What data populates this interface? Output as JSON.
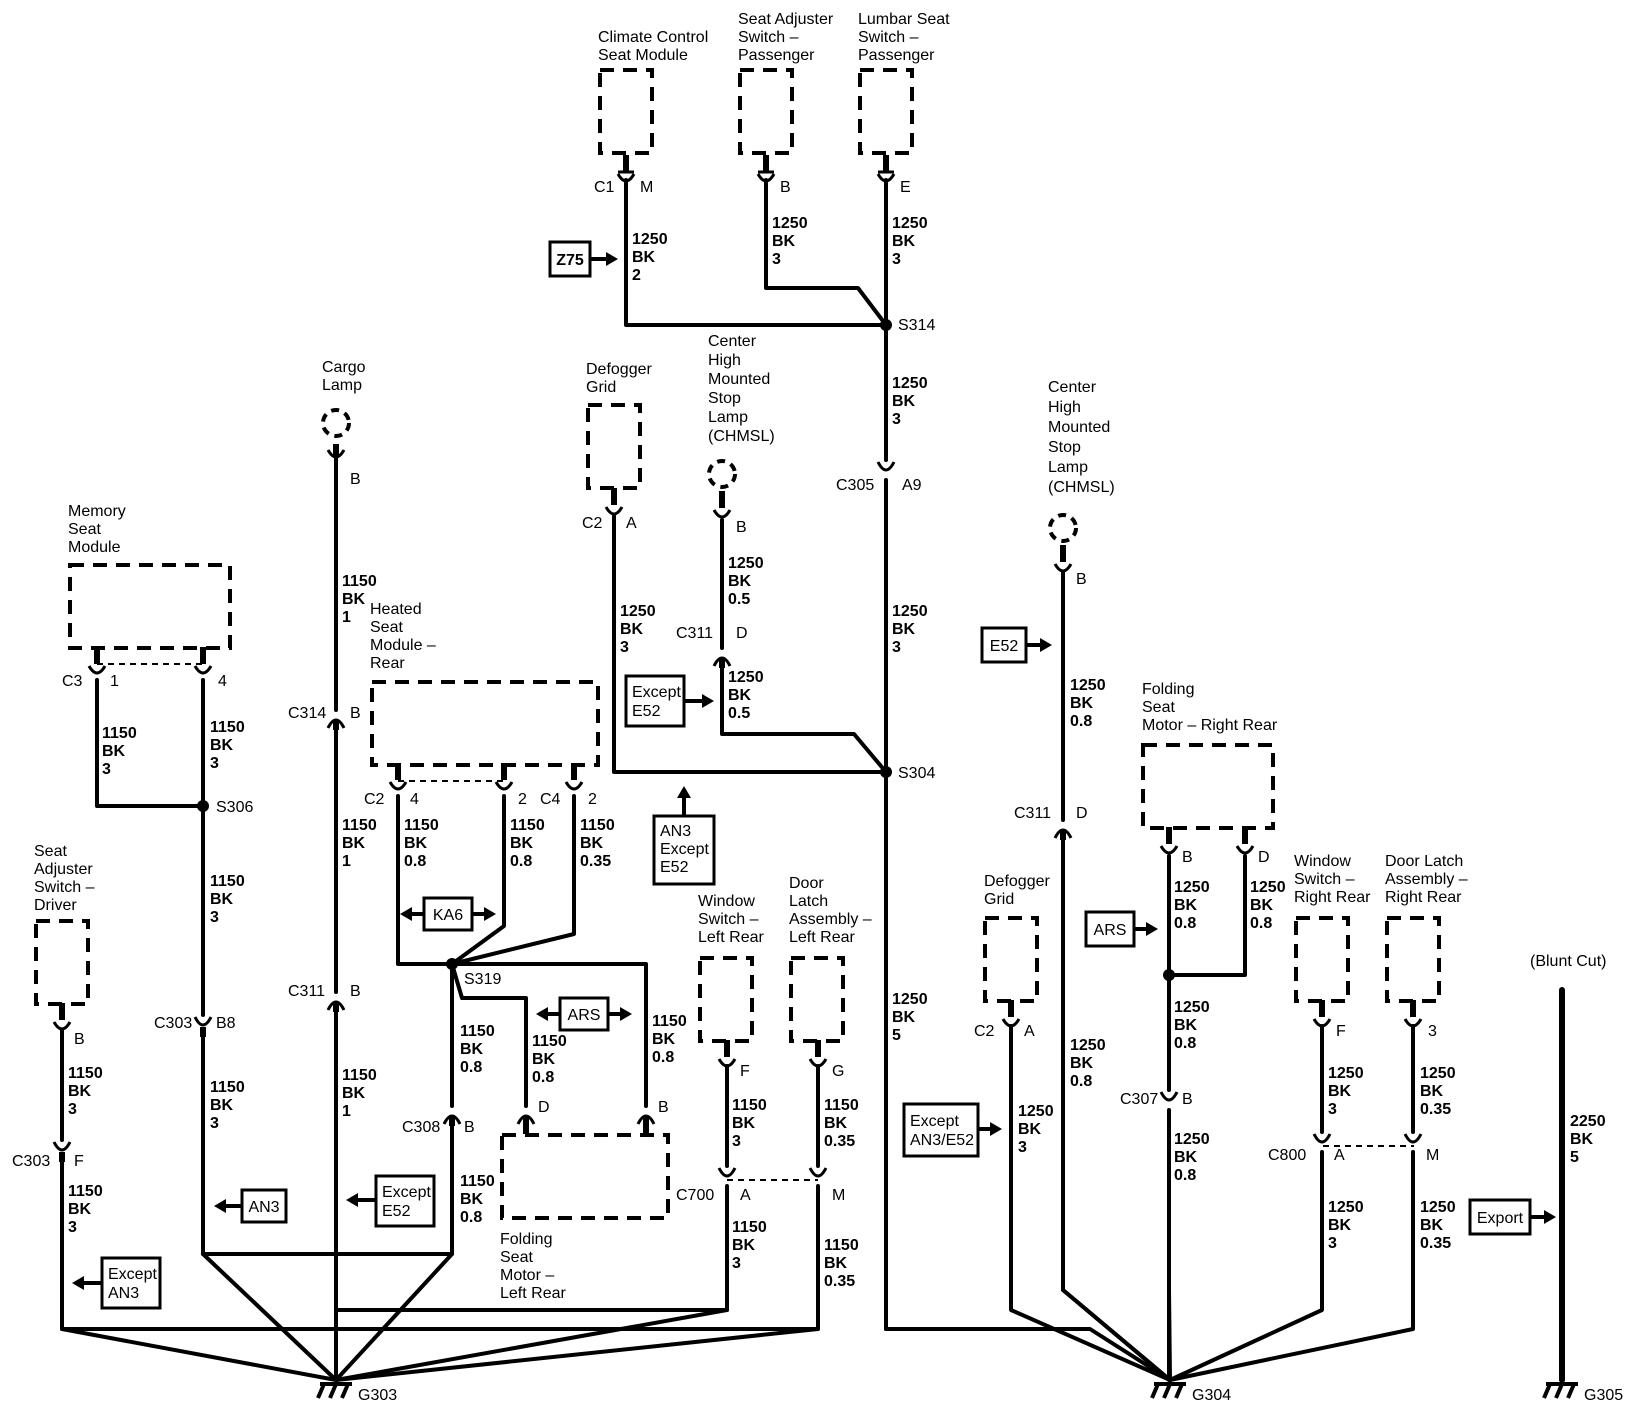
{
  "components": {
    "climate_seat_module": [
      "Climate Control",
      "Seat Module"
    ],
    "seat_adj_pass": [
      "Seat Adjuster",
      "Switch –",
      "Passenger"
    ],
    "lumbar_pass": [
      "Lumbar Seat",
      "Switch –",
      "Passenger"
    ],
    "cargo_lamp": [
      "Cargo",
      "Lamp"
    ],
    "defogger_grid_1": [
      "Defogger",
      "Grid"
    ],
    "chmsl_1": [
      "Center",
      "High",
      "Mounted",
      "Stop",
      "Lamp",
      "(CHMSL)"
    ],
    "chmsl_2": [
      "Center",
      "High",
      "Mounted",
      "Stop",
      "Lamp",
      "(CHMSL)"
    ],
    "memory_seat_module": [
      "Memory",
      "Seat",
      "Module"
    ],
    "heated_seat_module": [
      "Heated",
      "Seat",
      "Module –",
      "Rear"
    ],
    "seat_adj_driver": [
      "Seat",
      "Adjuster",
      "Switch –",
      "Driver"
    ],
    "window_switch_lr": [
      "Window",
      "Switch –",
      "Left Rear"
    ],
    "door_latch_lr": [
      "Door",
      "Latch",
      "Assembly –",
      "Left Rear"
    ],
    "folding_seat_lr": [
      "Folding",
      "Seat",
      "Motor –",
      "Left Rear"
    ],
    "folding_seat_rr": [
      "Folding",
      "Seat",
      "Motor – Right Rear"
    ],
    "defogger_grid_2": [
      "Defogger",
      "Grid"
    ],
    "window_switch_rr": [
      "Window",
      "Switch –",
      "Right Rear"
    ],
    "door_latch_rr": [
      "Door Latch",
      "Assembly –",
      "Right Rear"
    ],
    "blunt_cut": "(Blunt Cut)"
  },
  "option_boxes": {
    "z75": "Z75",
    "except_e52_1": [
      "Except",
      "E52"
    ],
    "an3_except_e52": [
      "AN3",
      "Except",
      "E52"
    ],
    "ka6": "KA6",
    "ars_1": "ARS",
    "an3": "AN3",
    "except_e52_2": [
      "Except",
      "E52"
    ],
    "except_an3": [
      "Except",
      "AN3"
    ],
    "e52": "E52",
    "ars_2": "ARS",
    "except_an3_e52": [
      "Except",
      "AN3/E52"
    ],
    "export": "Export"
  },
  "connectors": {
    "c1": "C1",
    "m": "M",
    "b": "B",
    "e": "E",
    "c2": "C2",
    "a": "A",
    "d": "D",
    "c3": "C3",
    "c4": "C4",
    "f": "F",
    "g": "G",
    "one": "1",
    "two": "2",
    "three": "3",
    "four": "4",
    "c305": "C305",
    "a9": "A9",
    "c311": "C311",
    "c314": "C314",
    "c303": "C303",
    "b8": "B8",
    "c308": "C308",
    "c700": "C700",
    "c307": "C307",
    "c800": "C800"
  },
  "splices": {
    "s314": "S314",
    "s304": "S304",
    "s306": "S306",
    "s319": "S319"
  },
  "grounds": {
    "g303": "G303",
    "g304": "G304",
    "g305": "G305"
  },
  "wires": {
    "c1250": "1250",
    "c1150": "1150",
    "c2250": "2250",
    "bk": "BK",
    "s2": "2",
    "s3": "3",
    "s1": "1",
    "s5": "5",
    "s05": "0.5",
    "s08": "0.8",
    "s035": "0.35"
  }
}
